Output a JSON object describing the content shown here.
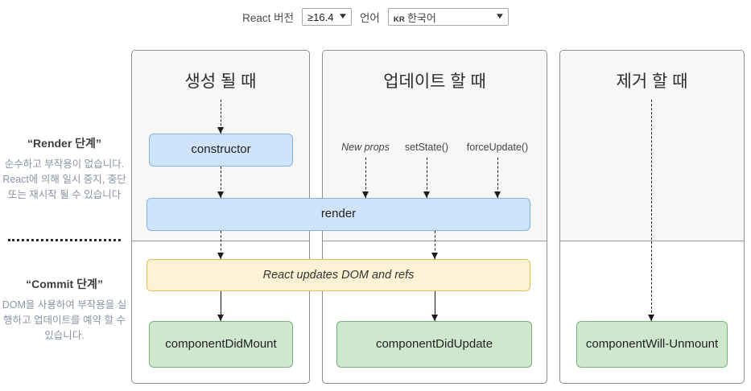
{
  "header": {
    "version_label": "React 버전",
    "version_value": "≥16.4",
    "language_label": "언어",
    "language_code": "KR",
    "language_value": "한국어",
    "chevron": "▼"
  },
  "legend": {
    "render": {
      "title": "“Render 단계”",
      "description": "순수하고 부작용이 없습니다. React에 의해 일시 중지, 중단 또는 재시작 될 수 있습니다"
    },
    "commit": {
      "title": "“Commit 단계”",
      "description": "DOM을 사용하여 부작용을 실행하고 업데이트를 예약 할 수 있습니다."
    }
  },
  "columns": {
    "mount": "생성 될 때",
    "update": "업데이트 할 때",
    "unmount": "제거 할 때"
  },
  "triggers": {
    "new_props": "New props",
    "set_state": "setState()",
    "force_update": "forceUpdate()"
  },
  "nodes": {
    "constructor": "constructor",
    "render": "render",
    "react_updates": "React updates DOM and refs",
    "component_did_mount": "componentDidMount",
    "component_did_update": "componentDidUpdate",
    "component_will_unmount": "componentWill-Unmount"
  },
  "colors": {
    "render_phase_box": "#cfe3fb",
    "render_phase_border": "#7eb3e8",
    "commit_box": "#fdf3d4",
    "commit_border": "#e9bf52",
    "lifecycle_box": "#cfe7cd",
    "lifecycle_border": "#76b276",
    "panel_border": "#8e8e8e",
    "panel_top_bg": "#f7f7f7",
    "legend_text": "#8a93a5"
  }
}
